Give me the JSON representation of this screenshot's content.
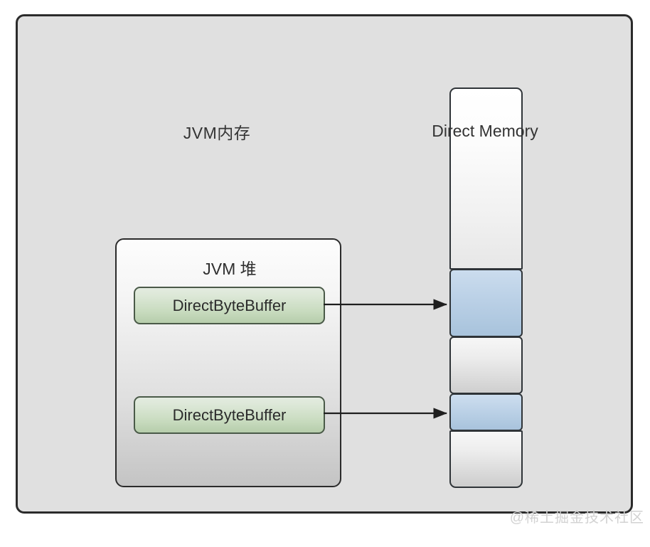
{
  "diagram": {
    "title_outer": "JVM内存",
    "heap": {
      "label": "JVM 堆",
      "objects": [
        {
          "label": "DirectByteBuffer"
        },
        {
          "label": "DirectByteBuffer"
        }
      ]
    },
    "direct_memory": {
      "label": "Direct Memory",
      "segments": [
        {
          "name": "free-top",
          "state": "free",
          "color": "#f2f2f2"
        },
        {
          "name": "allocated-1",
          "state": "allocated",
          "color": "#b8cee4"
        },
        {
          "name": "free-middle",
          "state": "free",
          "color": "#e0e0e0"
        },
        {
          "name": "allocated-2",
          "state": "allocated",
          "color": "#b8cee4"
        },
        {
          "name": "free-bottom",
          "state": "free",
          "color": "#e0e0e0"
        }
      ]
    },
    "arrows": [
      {
        "from": "DirectByteBuffer",
        "to": "allocated-1"
      },
      {
        "from": "DirectByteBuffer",
        "to": "allocated-2"
      }
    ],
    "watermark": "@稀土掘金技术社区",
    "colors": {
      "background": "#e0e0e0",
      "border": "#2b2b2b",
      "object_fill": "#c9dcc0",
      "allocated_fill": "#b8cee4"
    }
  }
}
